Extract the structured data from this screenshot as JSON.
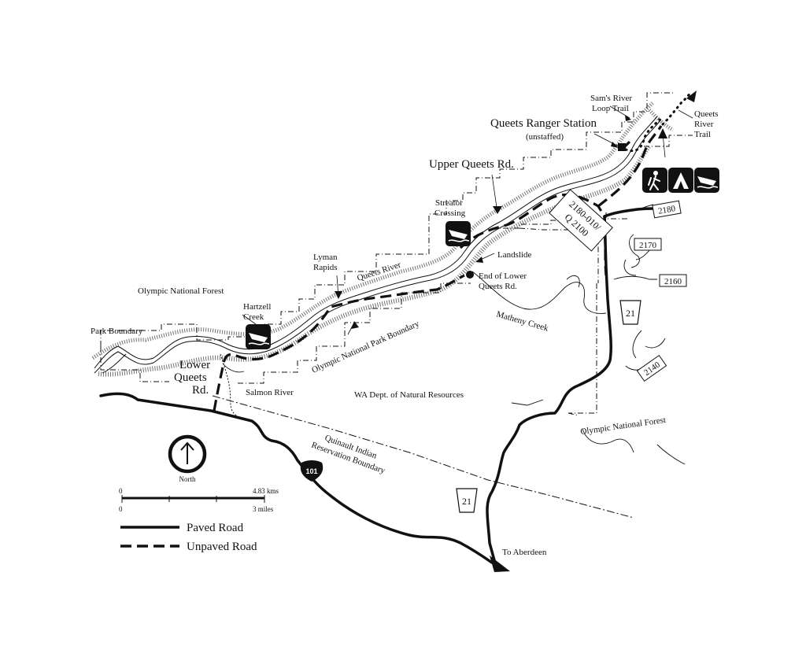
{
  "map": {
    "places": {
      "ranger_station": "Queets Ranger Station",
      "ranger_status": "(unstaffed)",
      "upper_road": "Upper Queets Rd.",
      "lower_road_1": "Lower",
      "lower_road_2": "Queets",
      "lower_road_3": "Rd.",
      "sams_1": "Sam's River",
      "sams_2": "Loop Trail",
      "qrt_1": "Queets",
      "qrt_2": "River",
      "qrt_3": "Trail",
      "streator_1": "Streator",
      "streator_2": "Crossing",
      "lyman_1": "Lyman",
      "lyman_2": "Rapids",
      "queets_river": "Queets River",
      "landslide": "Landslide",
      "end_lower_1": "End of Lower",
      "end_lower_2": "Queets Rd.",
      "onf_top": "Olympic National Forest",
      "onf_bottom": "Olympic National Forest",
      "hartzell_1": "Hartzell",
      "hartzell_2": "Creek",
      "park_boundary": "Park Boundary",
      "salmon_river": "Salmon River",
      "onp_boundary": "Olympic National Park Boundary",
      "matheny": "Matheny Creek",
      "wadnr": "WA Dept. of Natural Resources",
      "quinault_1": "Quinault Indian",
      "quinault_2": "Reservation Boundary",
      "aberdeen": "To Aberdeen",
      "north": "North"
    },
    "road_labels": {
      "r2180_010_1": "2180-010/",
      "r2180_010_2": "Q 2100",
      "r2180": "2180",
      "r2170": "2170",
      "r2160": "2160",
      "r2140": "2140",
      "hwy21_north": "21",
      "hwy21_south": "21",
      "hwy101": "101"
    },
    "scale": {
      "km_start": "0",
      "km_end": "4.83 kms",
      "mi_start": "0",
      "mi_end": "3 miles"
    },
    "legend": {
      "paved": "Paved Road",
      "unpaved": "Unpaved Road"
    },
    "icons": [
      "hiker-icon",
      "campground-icon",
      "boat-launch-icon"
    ],
    "colors": {
      "ink": "#111111",
      "paper": "#ffffff"
    }
  }
}
